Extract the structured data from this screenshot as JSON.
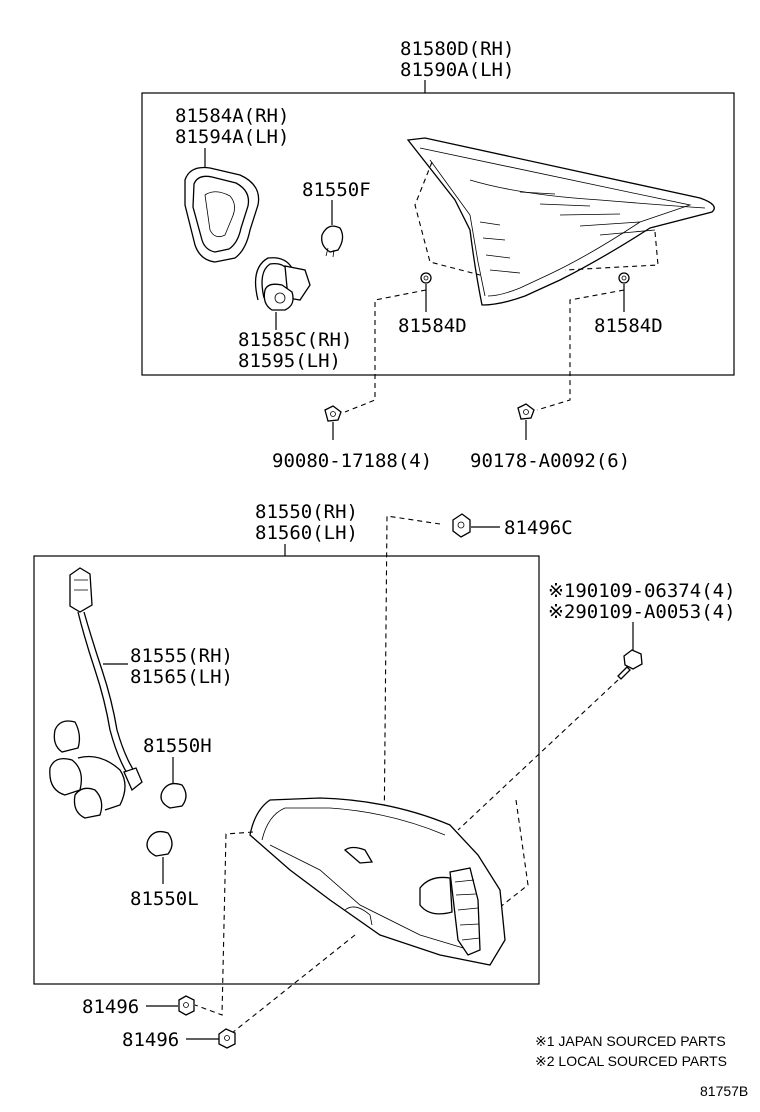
{
  "labels": {
    "assy_upper_1": "81580D(RH)",
    "assy_upper_2": "81590A(LH)",
    "gasket_1": "81584A(RH)",
    "gasket_2": "81594A(LH)",
    "bulb_upper": "81550F",
    "socket_1": "81585C(RH)",
    "socket_2": "81595(LH)",
    "clip_left": "81584D",
    "clip_right": "81584D",
    "screw_left": "90080-17188(4)",
    "screw_right": "90178-A0092(6)",
    "assy_lower_1": "81550(RH)",
    "assy_lower_2": "81560(LH)",
    "nut_top": "81496C",
    "bolt_1": "※190109-06374(4)",
    "bolt_2": "※290109-A0053(4)",
    "wire_1": "81555(RH)",
    "wire_2": "81565(LH)",
    "bulb_h": "81550H",
    "bulb_l": "81550L",
    "nut_a": "81496",
    "nut_b": "81496",
    "note_1": "※1 JAPAN SOURCED PARTS",
    "note_2": "※2 LOCAL SOURCED PARTS",
    "diagram_code": "81757B"
  },
  "icons": {
    "bulb": "wedge-bulb-icon",
    "clip": "clip-icon",
    "nut": "nut-icon",
    "screw": "screw-icon",
    "socket": "socket-icon",
    "gasket": "gasket-icon"
  }
}
